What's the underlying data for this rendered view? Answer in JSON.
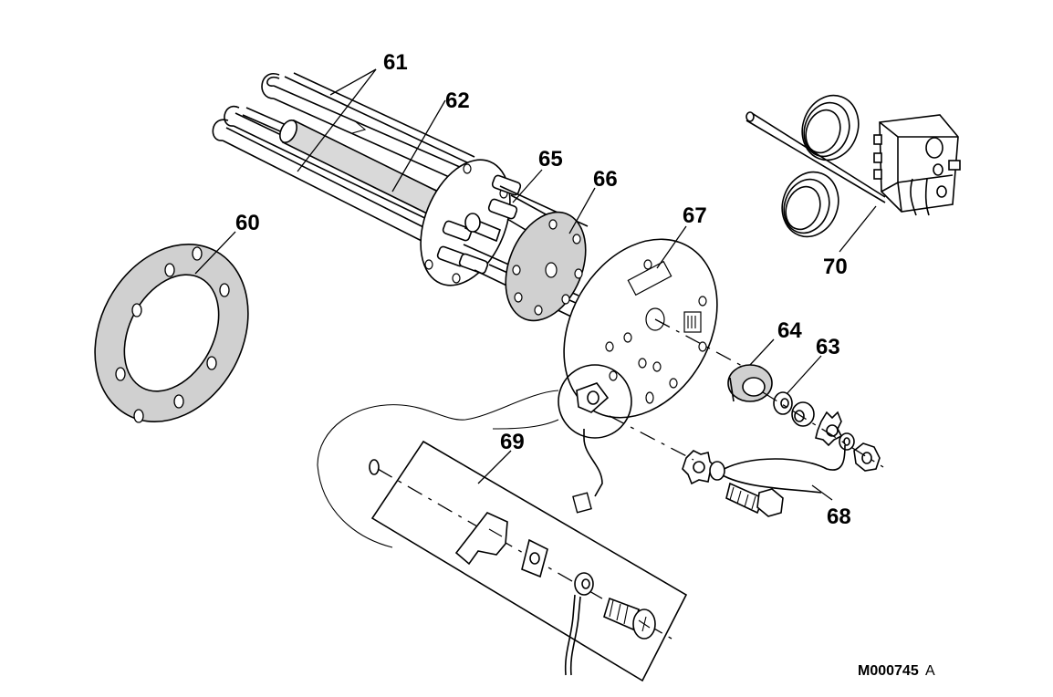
{
  "callouts": [
    {
      "id": "60",
      "label": "60"
    },
    {
      "id": "61",
      "label": "61"
    },
    {
      "id": "62",
      "label": "62"
    },
    {
      "id": "63",
      "label": "63"
    },
    {
      "id": "64",
      "label": "64"
    },
    {
      "id": "65",
      "label": "65"
    },
    {
      "id": "66",
      "label": "66"
    },
    {
      "id": "67",
      "label": "67"
    },
    {
      "id": "68",
      "label": "68"
    },
    {
      "id": "69",
      "label": "69"
    },
    {
      "id": "70",
      "label": "70"
    }
  ],
  "drawing_ref": "M000745",
  "drawing_rev": "A",
  "colors": {
    "line": "#000000",
    "fill_gray": "#d0d0d0",
    "background": "#ffffff"
  }
}
